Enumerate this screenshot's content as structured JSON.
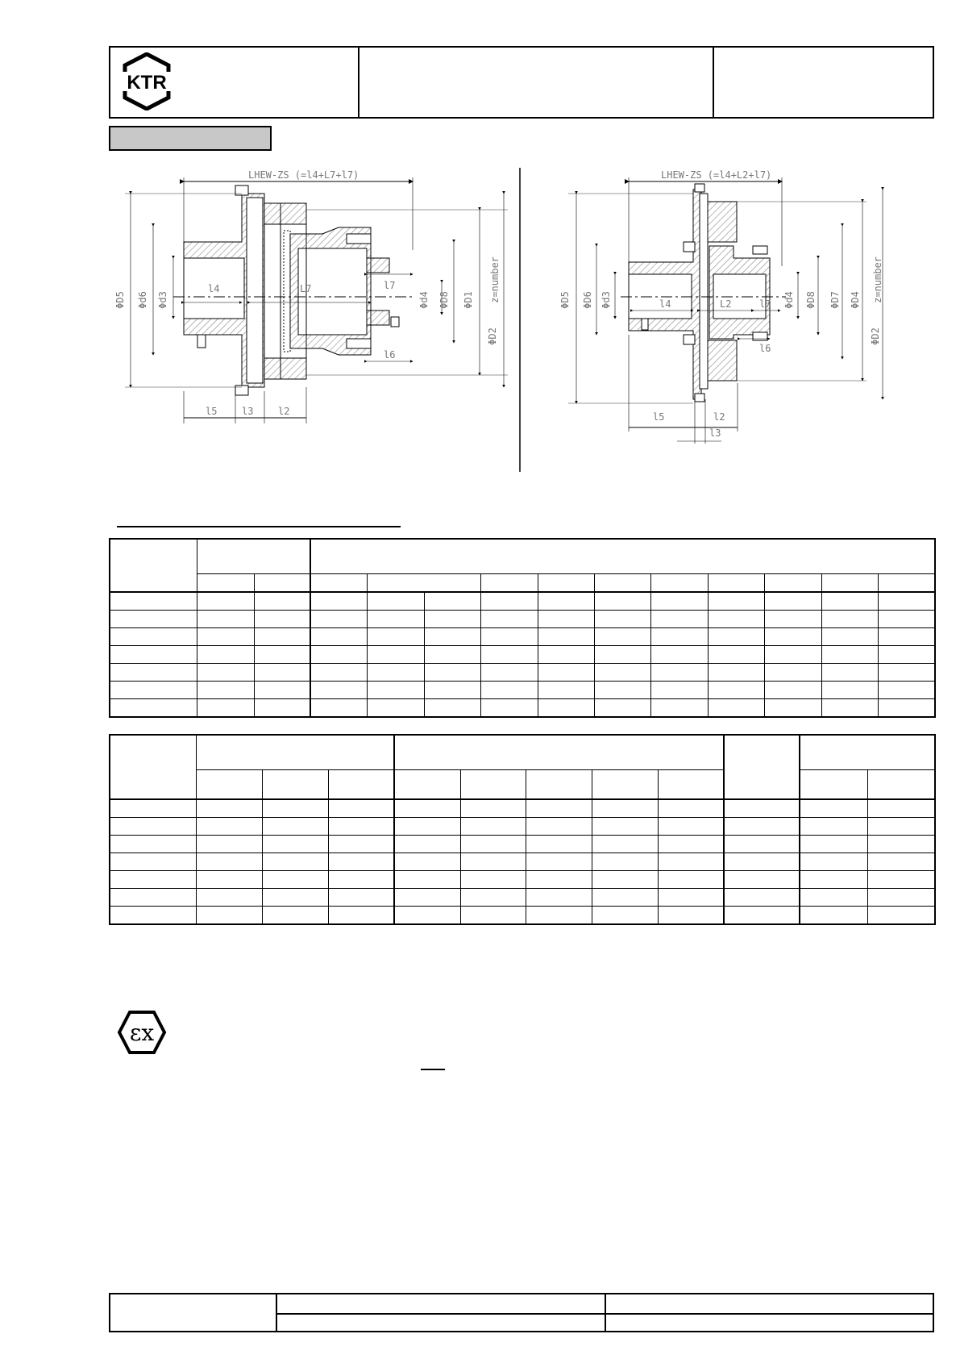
{
  "header": {
    "logo_text": "KTR"
  },
  "drawing_left": {
    "labels": {
      "length_total": "LHEW-ZS (=l4+L7+l7)",
      "l4": "l4",
      "L7": "L7",
      "l7": "l7",
      "l5": "l5",
      "l3": "l3",
      "l2": "l2",
      "l6": "l6",
      "D5": "ΦD5",
      "D6": "Φd6",
      "d3": "Φd3",
      "d4": "Φd4",
      "D8": "ΦD8",
      "D1": "ΦD1",
      "D2": "ΦD2",
      "z": "z=number"
    }
  },
  "drawing_right": {
    "labels": {
      "length_total": "LHEW-ZS (=l4+L2+l7)",
      "l4": "l4",
      "L2": "L2",
      "l7": "l7",
      "l5": "l5",
      "l2": "l2",
      "l3": "l3",
      "l6": "l6",
      "D5": "ΦD5",
      "D6": "ΦD6",
      "d3": "Φd3",
      "d4": "Φd4",
      "D8": "ΦD8",
      "D7": "ΦD7",
      "D4": "ΦD4",
      "D2": "ΦD2",
      "z": "z=number"
    }
  },
  "ex_mark": {
    "symbol": "εx"
  }
}
